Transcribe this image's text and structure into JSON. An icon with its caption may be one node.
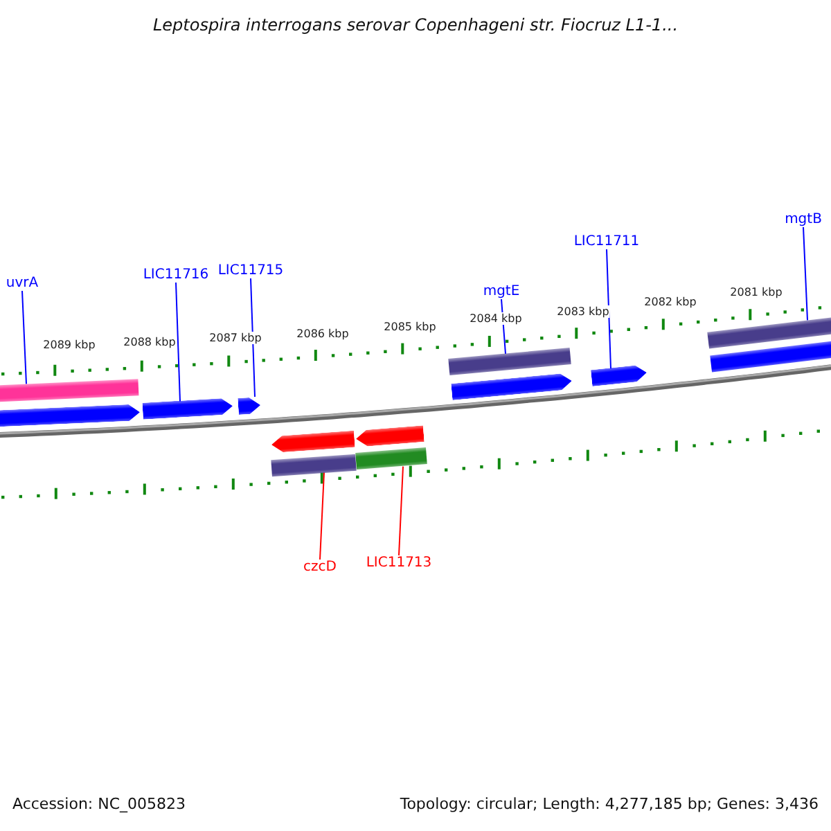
{
  "diagram": {
    "title": "Leptospira interrogans serovar Copenhageni str. Fiocruz L1-1...",
    "nodes": [
      {
        "text": [
          "uvrA"
        ]
      },
      {
        "text": [
          "LIC11716"
        ]
      },
      {
        "text": [
          "LIC11715"
        ]
      },
      {
        "text": [
          "mgtE"
        ]
      },
      {
        "text": [
          "LIC11711"
        ]
      },
      {
        "text": [
          "mgtB"
        ]
      },
      {
        "text": [
          "czcD"
        ]
      },
      {
        "text": [
          "LIC11713"
        ]
      },
      {
        "text": [],
        "shape": "bar"
      },
      {
        "text": [],
        "shape": "arrow"
      },
      {
        "text": [],
        "shape": "arrow"
      },
      {
        "text": [],
        "shape": "arrow"
      },
      {
        "text": [],
        "shape": "bar"
      },
      {
        "text": [],
        "shape": "arrow"
      },
      {
        "text": [],
        "shape": "arrow"
      },
      {
        "text": [],
        "shape": "bar"
      },
      {
        "text": [],
        "shape": "bar"
      },
      {
        "text": [],
        "shape": "arrow"
      },
      {
        "text": [],
        "shape": "arrow"
      },
      {
        "text": [],
        "shape": "bar"
      },
      {
        "text": [],
        "shape": "bar"
      }
    ],
    "edges": [
      {
        "from": 0,
        "to": 8,
        "arrow": "none"
      },
      {
        "from": 1,
        "to": 10,
        "arrow": "none"
      },
      {
        "from": 2,
        "to": 11,
        "arrow": "none"
      },
      {
        "from": 3,
        "to": 12,
        "arrow": "none"
      },
      {
        "from": 4,
        "to": 14,
        "arrow": "none"
      },
      {
        "from": 5,
        "to": 15,
        "arrow": "none"
      },
      {
        "from": 6,
        "to": 19,
        "arrow": "none",
        "color": "#ff0000"
      },
      {
        "from": 7,
        "to": 20,
        "arrow": "none",
        "color": "#ff0000"
      }
    ],
    "labels": [
      "2089 kbp",
      "2088 kbp",
      "2087 kbp",
      "2086 kbp",
      "2085 kbp",
      "2084 kbp",
      "2083 kbp",
      "2082 kbp",
      "2081 kbp",
      "Accession: NC_005823",
      "Topology: circular; Length: 4,277,185 bp; Genes: 3,436"
    ]
  }
}
